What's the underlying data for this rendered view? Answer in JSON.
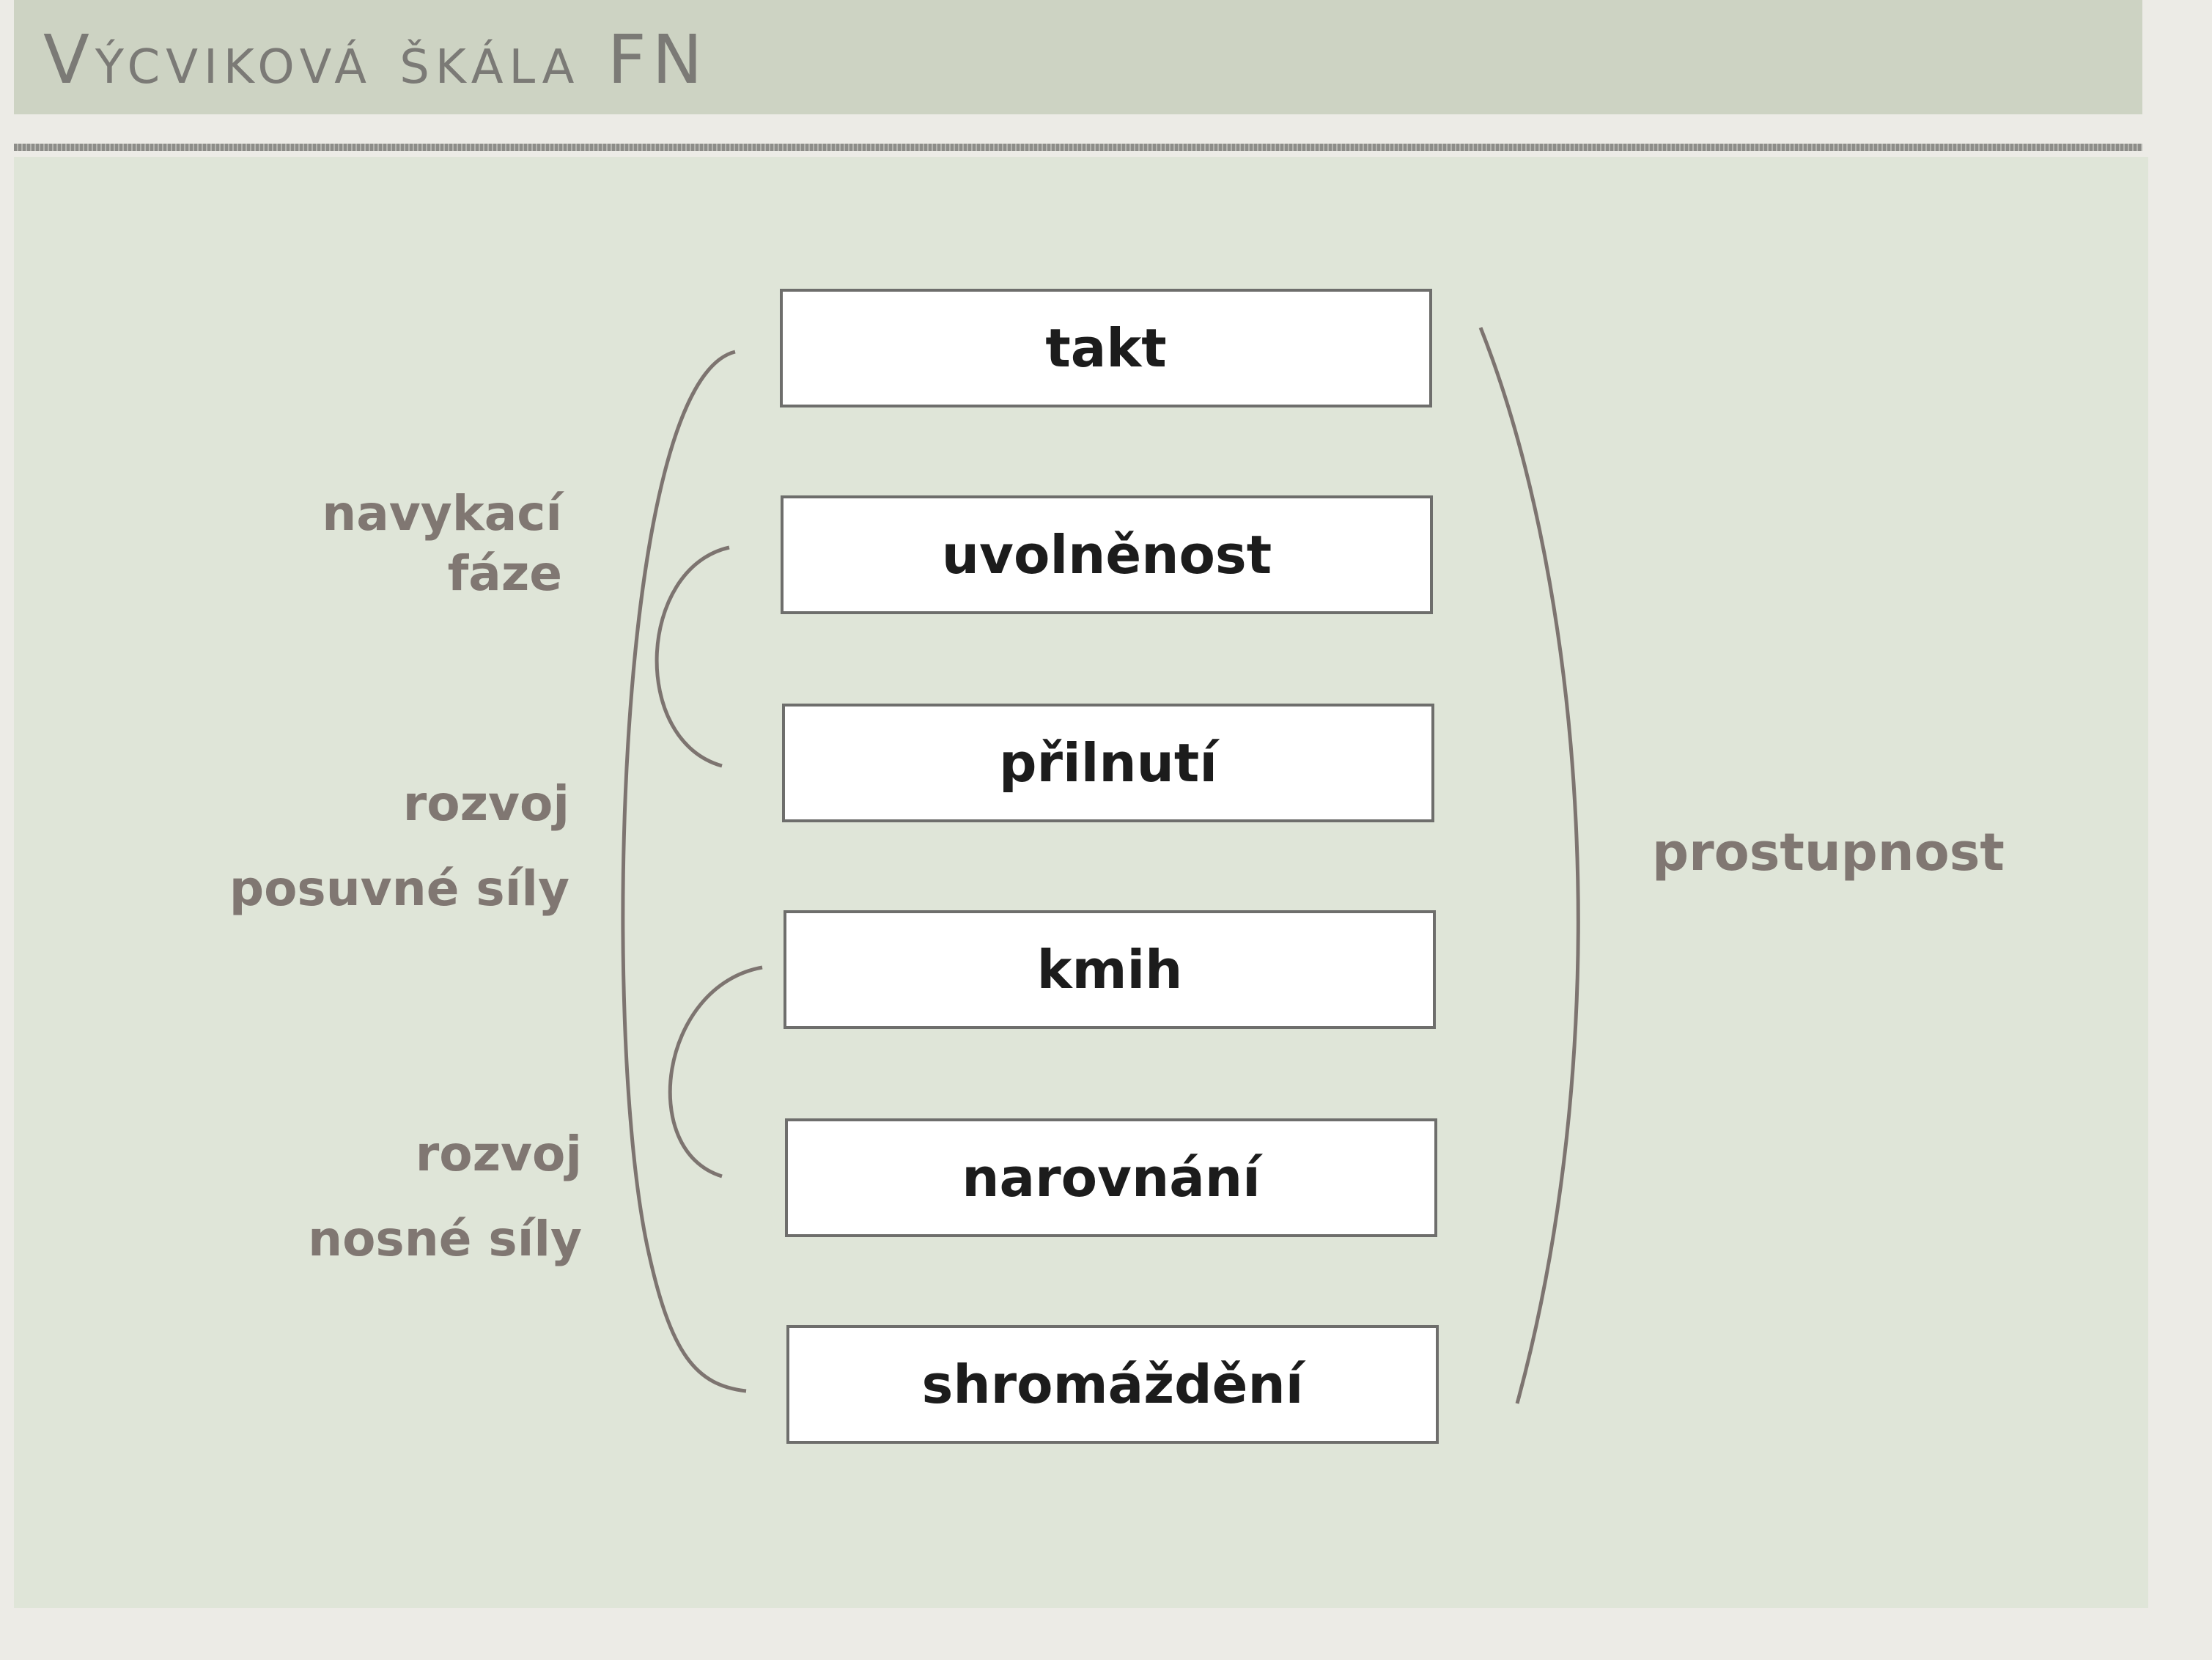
{
  "title": "Výcviková škála FN",
  "steps": [
    "takt",
    "uvolněnost",
    "přilnutí",
    "kmih",
    "narovnání",
    "shromáždění"
  ],
  "phases": [
    {
      "line1": "navykací",
      "line2": "fáze"
    },
    {
      "line1": "rozvoj",
      "line2": "posuvné síly"
    },
    {
      "line1": "rozvoj",
      "line2": "nosné síly"
    }
  ],
  "right_label": "prostupnost"
}
